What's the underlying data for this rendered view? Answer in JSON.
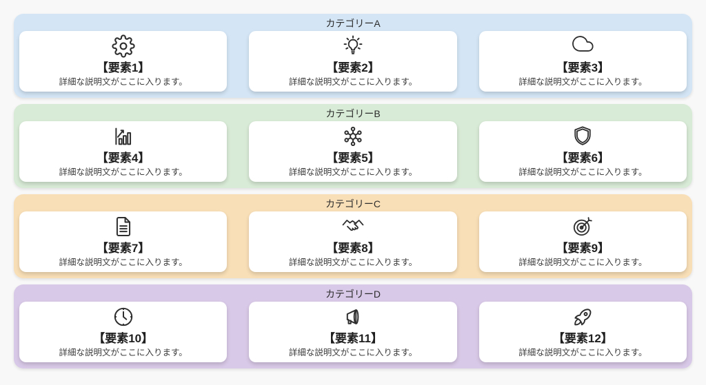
{
  "page": {
    "background": "#f8f8f8"
  },
  "theme": {
    "page_bg": "#f8f8f8",
    "card_bg": "#ffffff",
    "title_color": "#1f1f1f",
    "desc_color": "#3c3c3c",
    "label_color": "#2c2c2c",
    "icon_color": "#2e2e2e"
  },
  "categories": [
    {
      "label": "カテゴリーA",
      "color": "#d4e6f6",
      "items": [
        {
          "icon": "gear-icon",
          "title": "【要素1】",
          "description": "詳細な説明文がここに入ります。"
        },
        {
          "icon": "lightbulb-icon",
          "title": "【要素2】",
          "description": "詳細な説明文がここに入ります。"
        },
        {
          "icon": "cloud-icon",
          "title": "【要素3】",
          "description": "詳細な説明文がここに入ります。"
        }
      ]
    },
    {
      "label": "カテゴリーB",
      "color": "#d8ebd6",
      "items": [
        {
          "icon": "bar-chart-icon",
          "title": "【要素4】",
          "description": "詳細な説明文がここに入ります。"
        },
        {
          "icon": "network-icon",
          "title": "【要素5】",
          "description": "詳細な説明文がここに入ります。"
        },
        {
          "icon": "shield-icon",
          "title": "【要素6】",
          "description": "詳細な説明文がここに入ります。"
        }
      ]
    },
    {
      "label": "カテゴリーC",
      "color": "#f9dfb7",
      "items": [
        {
          "icon": "document-icon",
          "title": "【要素7】",
          "description": "詳細な説明文がここに入ります。"
        },
        {
          "icon": "handshake-icon",
          "title": "【要素8】",
          "description": "詳細な説明文がここに入ります。"
        },
        {
          "icon": "target-icon",
          "title": "【要素9】",
          "description": "詳細な説明文がここに入ります。"
        }
      ]
    },
    {
      "label": "カテゴリーD",
      "color": "#d9c9e8",
      "items": [
        {
          "icon": "clock-icon",
          "title": "【要素10】",
          "description": "詳細な説明文がここに入ります。"
        },
        {
          "icon": "megaphone-icon",
          "title": "【要素11】",
          "description": "詳細な説明文がここに入ります。"
        },
        {
          "icon": "rocket-icon",
          "title": "【要素12】",
          "description": "詳細な説明文がここに入ります。"
        }
      ]
    }
  ]
}
